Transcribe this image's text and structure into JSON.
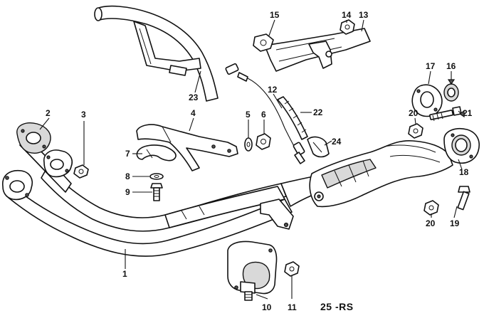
{
  "diagram": {
    "code": "25 -RS",
    "callouts": [
      {
        "id": "c1",
        "label": "1"
      },
      {
        "id": "c2",
        "label": "2"
      },
      {
        "id": "c3",
        "label": "3"
      },
      {
        "id": "c4",
        "label": "4"
      },
      {
        "id": "c5",
        "label": "5"
      },
      {
        "id": "c6",
        "label": "6"
      },
      {
        "id": "c7",
        "label": "7"
      },
      {
        "id": "c8",
        "label": "8"
      },
      {
        "id": "c9",
        "label": "9"
      },
      {
        "id": "c10",
        "label": "10"
      },
      {
        "id": "c11",
        "label": "11"
      },
      {
        "id": "c12",
        "label": "12"
      },
      {
        "id": "c13",
        "label": "13"
      },
      {
        "id": "c14",
        "label": "14"
      },
      {
        "id": "c15",
        "label": "15"
      },
      {
        "id": "c16",
        "label": "16"
      },
      {
        "id": "c17",
        "label": "17"
      },
      {
        "id": "c18",
        "label": "18"
      },
      {
        "id": "c19",
        "label": "19"
      },
      {
        "id": "c20a",
        "label": "20"
      },
      {
        "id": "c20b",
        "label": "20"
      },
      {
        "id": "c21",
        "label": "21"
      },
      {
        "id": "c22",
        "label": "22"
      },
      {
        "id": "c23",
        "label": "23"
      },
      {
        "id": "c24",
        "label": "24"
      }
    ]
  }
}
